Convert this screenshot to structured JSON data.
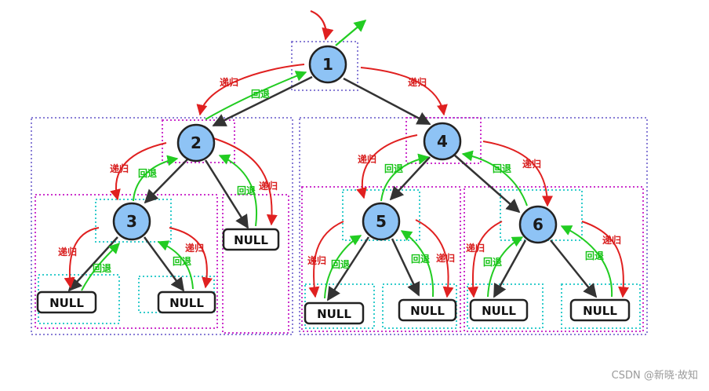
{
  "labels": {
    "recursion": "递归",
    "backtrack": "回退",
    "null": "NULL"
  },
  "nodes": [
    {
      "id": "n1",
      "value": "1"
    },
    {
      "id": "n2",
      "value": "2"
    },
    {
      "id": "n3",
      "value": "3"
    },
    {
      "id": "n4",
      "value": "4"
    },
    {
      "id": "n5",
      "value": "5"
    },
    {
      "id": "n6",
      "value": "6"
    }
  ],
  "colors": {
    "node_fill": "#8ec3f5",
    "node_stroke": "#222222",
    "edge": "#333333",
    "recursion_arrow": "#e02020",
    "backtrack_arrow": "#22cc22",
    "outer_box": "#8a7fd6",
    "subtree_box": "#cc33cc",
    "inner_box": "#33cccc"
  },
  "watermark": "CSDN @新晓·故知"
}
